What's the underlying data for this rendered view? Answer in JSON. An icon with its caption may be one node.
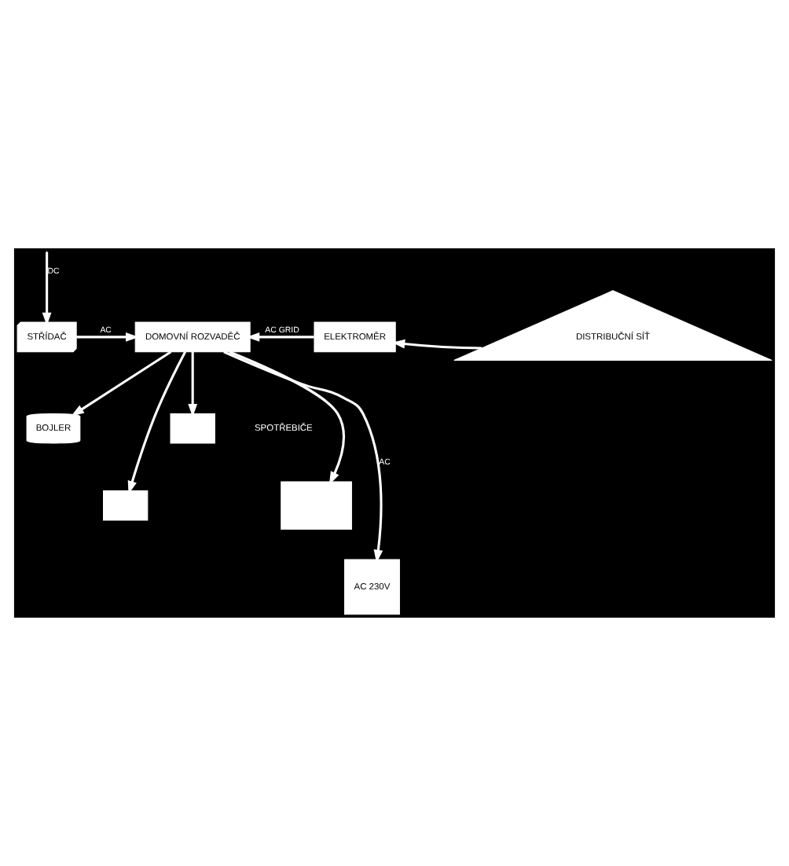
{
  "diagram": {
    "nodes": [
      {
        "text": [
          "STŘÍDAČ"
        ]
      },
      {
        "text": [
          "DOMOVNÍ ROZVADĚČ"
        ]
      },
      {
        "text": [
          "ELEKTROMĚR"
        ]
      },
      {
        "text": [
          "DISTRIBUČNÍ SÍŤ"
        ]
      },
      {
        "text": [
          "BOJLER"
        ]
      },
      {
        "text": [],
        "shape": "box"
      },
      {
        "text": [],
        "shape": "box"
      },
      {
        "text": [],
        "shape": "box"
      },
      {
        "text": [
          "AC 230V"
        ]
      }
    ],
    "edges": [
      {
        "from": null,
        "to": 0,
        "arrow": "to",
        "label": "DC"
      },
      {
        "from": 0,
        "to": 1,
        "arrow": "to",
        "label": "AC"
      },
      {
        "from": 2,
        "to": 1,
        "arrow": "to",
        "label": "AC GRID"
      },
      {
        "from": 3,
        "to": 2,
        "arrow": "to"
      },
      {
        "from": 1,
        "to": 5,
        "arrow": "to"
      },
      {
        "from": 1,
        "to": 4,
        "arrow": "to"
      },
      {
        "from": 1,
        "to": 7,
        "arrow": "to"
      },
      {
        "from": 1,
        "to": 6,
        "arrow": "to"
      },
      {
        "from": 1,
        "to": 8,
        "arrow": "to",
        "label": "AC"
      }
    ],
    "labels": [
      "SPOTŘEBIČE"
    ]
  }
}
